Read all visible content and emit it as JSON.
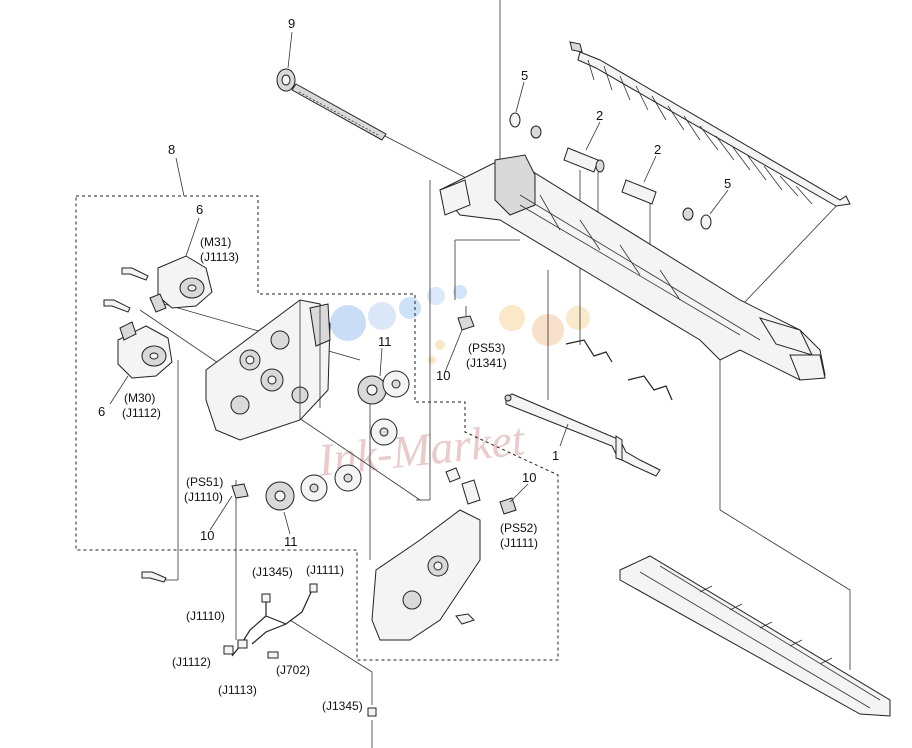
{
  "callouts": {
    "c1": "1",
    "c2a": "2",
    "c2b": "2",
    "c5a": "5",
    "c5b": "5",
    "c6a": "6",
    "c6b": "6",
    "c8": "8",
    "c9": "9",
    "c10a": "10",
    "c10b": "10",
    "c10c": "10",
    "c11a": "11",
    "c11b": "11"
  },
  "labels": {
    "m31": "(M31)",
    "j1113_top": "(J1113)",
    "m30": "(M30)",
    "j1112_mid": "(J1112)",
    "ps53": "(PS53)",
    "j1341": "(J1341)",
    "ps51": "(PS51)",
    "j1110_mid": "(J1110)",
    "ps52": "(PS52)",
    "j1111_mid": "(J1111)",
    "j1345_a": "(J1345)",
    "j1111_b": "(J1111)",
    "j1110_b": "(J1110)",
    "j1112_b": "(J1112)",
    "j702": "(J702)",
    "j1113_b": "(J1113)",
    "j1345_b": "(J1345)"
  },
  "watermark": {
    "text": "Ink-Market",
    "dot_colors": [
      "#9cc3ef",
      "#b9d4f2",
      "#f5d59a",
      "#f3c6a0"
    ]
  }
}
